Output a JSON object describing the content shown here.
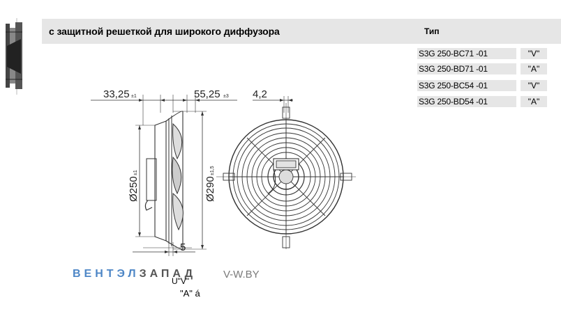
{
  "header": {
    "title": "с защитной решеткой для широкого диффузора",
    "type_label": "Тип"
  },
  "types": [
    {
      "code": "S3G 250-BC71  -01",
      "variant": "\"V\""
    },
    {
      "code": "S3G 250-BD71  -01",
      "variant": "\"A\""
    },
    {
      "code": "S3G 250-BC54  -01",
      "variant": "\"V\""
    },
    {
      "code": "S3G 250-BD54  -01",
      "variant": "\"A\""
    }
  ],
  "dimensions": {
    "left_depth": "33,25",
    "left_depth_tol": "±1",
    "right_depth": "55,25",
    "right_depth_tol": "±3",
    "hole": "4,2",
    "inner_dia": "Ø250",
    "inner_dia_tol": "±1",
    "outer_dia": "Ø290",
    "outer_dia_tol": "±1,5",
    "bottom": "5"
  },
  "watermark": {
    "brand_part1": "ВЕНТЭЛ",
    "brand_part2": "ЗАПАД",
    "url": "V-W.BY"
  },
  "stray_text": {
    "line1": "U\"V\"",
    "line2": "\"A\" á"
  }
}
